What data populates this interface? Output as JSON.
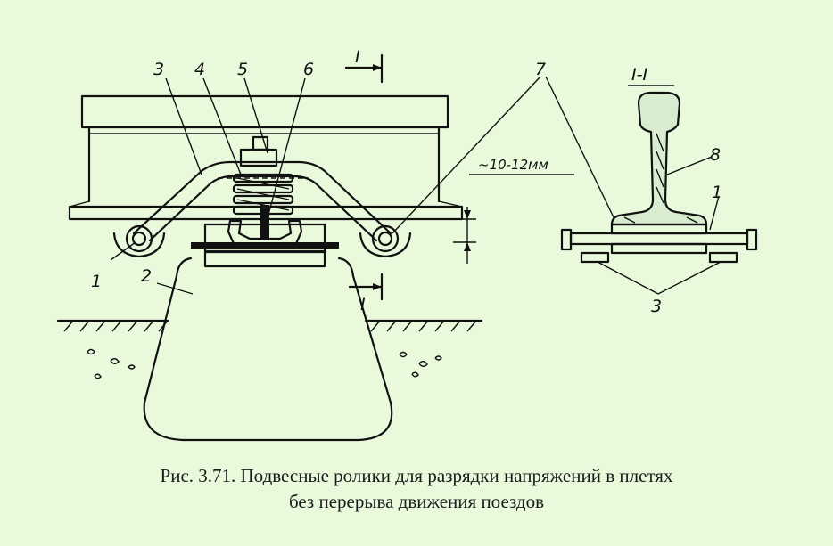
{
  "labels": {
    "n1": "1",
    "n2": "2",
    "n3": "3",
    "n4": "4",
    "n5": "5",
    "n6": "6",
    "n7": "7",
    "n8": "8",
    "n1_section": "1",
    "n3_section": "3",
    "section_top": "I",
    "section_bottom": "I",
    "section_title": "I-I",
    "gap_dimension": "~10-12мм"
  },
  "caption": {
    "line1": "Рис. 3.71. Подвесные ролики для разрядки напряжений в плетях",
    "line2": "без перерыва движения поездов"
  },
  "colors": {
    "background": "#e9fadc",
    "ink": "#111111",
    "hatch_fill": "#d8ecd0"
  }
}
